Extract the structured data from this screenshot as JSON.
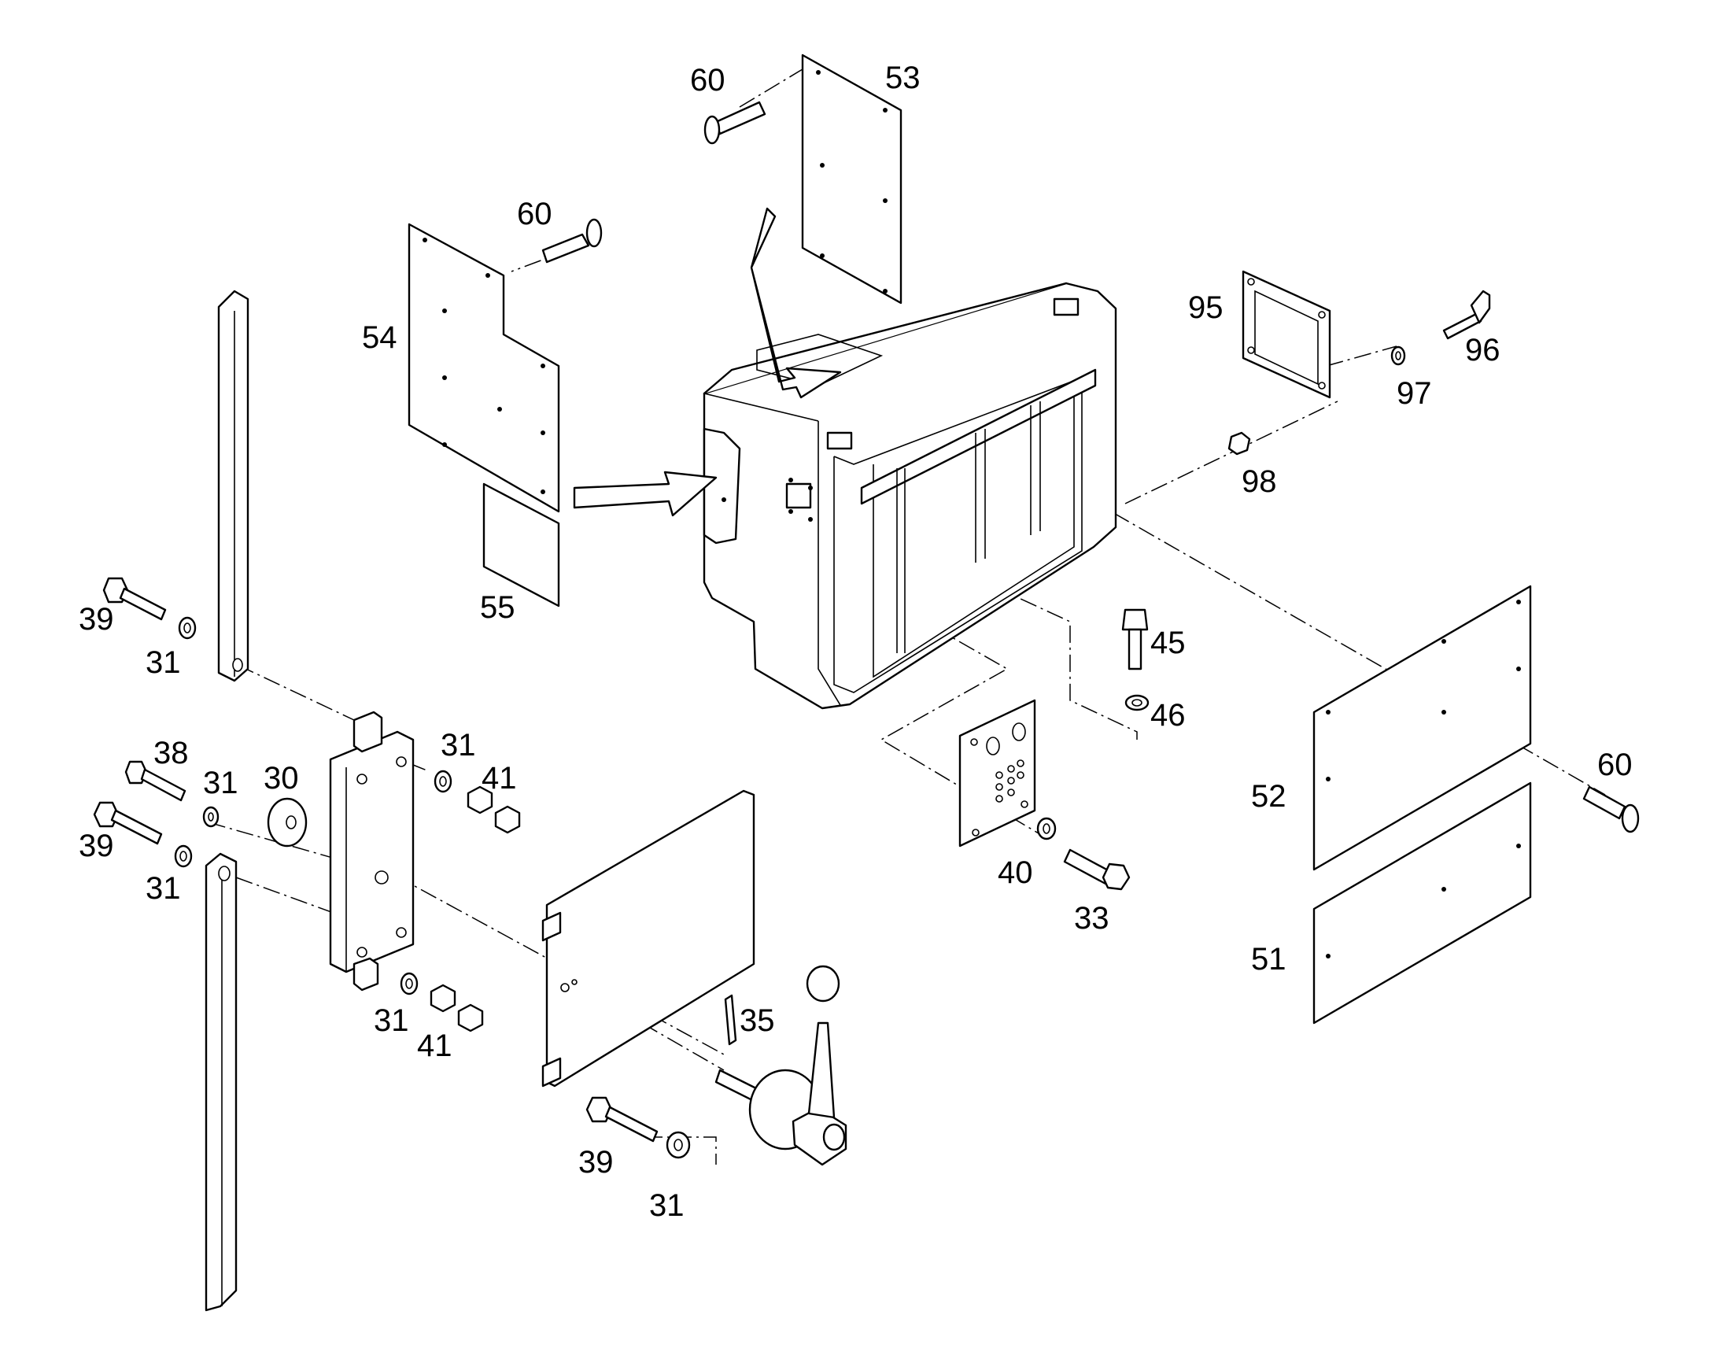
{
  "callouts": {
    "c60a": "60",
    "c53": "53",
    "c60b": "60",
    "c54": "54",
    "c95": "95",
    "c96": "96",
    "c97": "97",
    "c98": "98",
    "c55": "55",
    "c39a": "39",
    "c31a": "31",
    "c45": "45",
    "c46": "46",
    "c38": "38",
    "c31b": "31",
    "c30": "30",
    "c31c": "31",
    "c41a": "41",
    "c39b": "39",
    "c31d": "31",
    "c52": "52",
    "c60c": "60",
    "c40": "40",
    "c33": "33",
    "c51": "51",
    "c35": "35",
    "c31e": "31",
    "c41b": "41",
    "c39c": "39",
    "c31f": "31"
  }
}
